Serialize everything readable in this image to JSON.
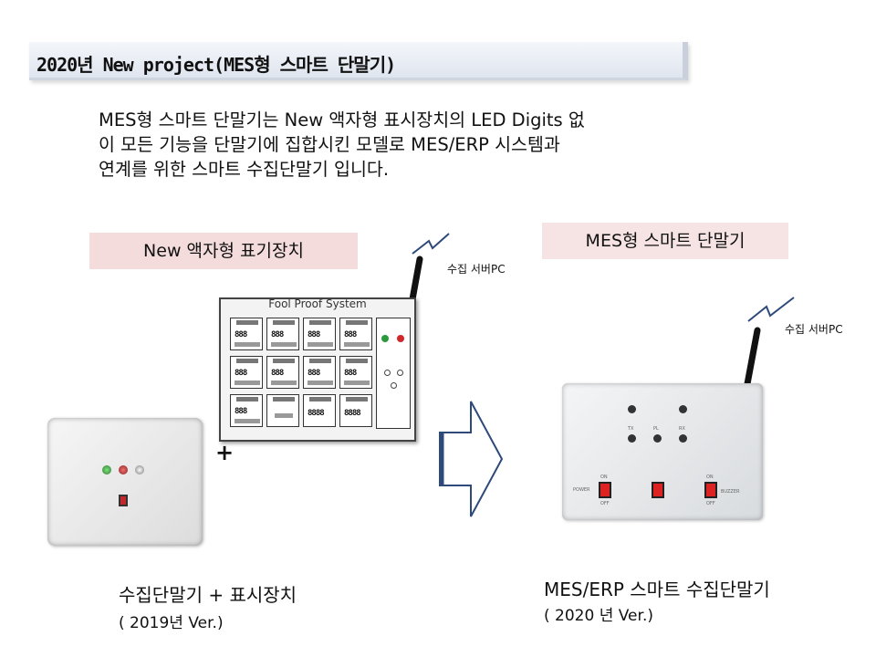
{
  "title": "2020년 New project(MES형 스마트 단말기)",
  "description": [
    "MES형 스마트 단말기는 New 액자형 표시장치의 LED Digits 없",
    "이 모든 기능을 단말기에 집합시킨 모델로 MES/ERP 시스템과",
    "연계를 위한 스마트 수집단말기 입니다."
  ],
  "left": {
    "label": "New 액자형 표기장치",
    "server_label": "수집 서버PC",
    "panel_title": "Fool Proof System",
    "plus": "+",
    "caption": "수집단말기 + 표시장치",
    "version": "( 2019년  Ver.)"
  },
  "right": {
    "label": "MES형 스마트 단말기",
    "server_label": "수집 서버PC",
    "caption": "MES/ERP 스마트 수집단말기",
    "version": "( 2020 년 Ver.)",
    "device_labels": {
      "tx": "TX",
      "pl": "PL",
      "rx": "RX",
      "power": "POWER",
      "buzzer": "BUZZER",
      "on": "ON",
      "off": "OFF"
    }
  },
  "colors": {
    "label_bg": "#f4dcdc",
    "arrow": "#2e4a7a",
    "antenna": "#2e4a7a"
  }
}
